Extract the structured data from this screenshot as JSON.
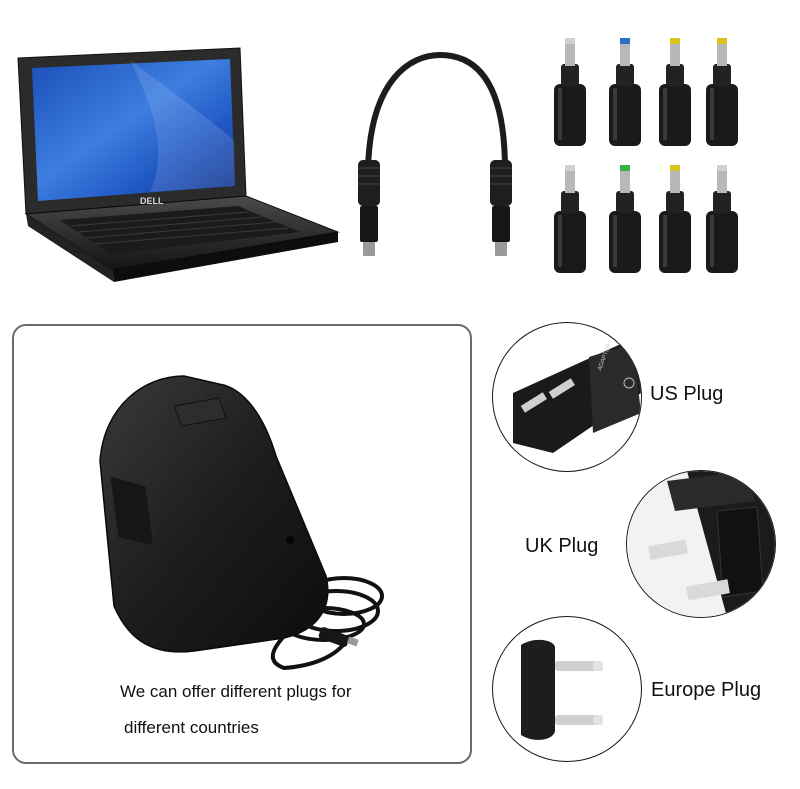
{
  "caption": {
    "line1": "We can offer different plugs for",
    "line2": "different countries"
  },
  "plugs": [
    {
      "label": "US Plug"
    },
    {
      "label": "UK Plug"
    },
    {
      "label": "Europe Plug"
    }
  ],
  "laptop": {
    "brand": "DELL"
  },
  "tip_colors": [
    "#2a6fc9",
    "#d9c21a",
    "#d9c21a",
    "#3fae49",
    "#d9c21a"
  ]
}
